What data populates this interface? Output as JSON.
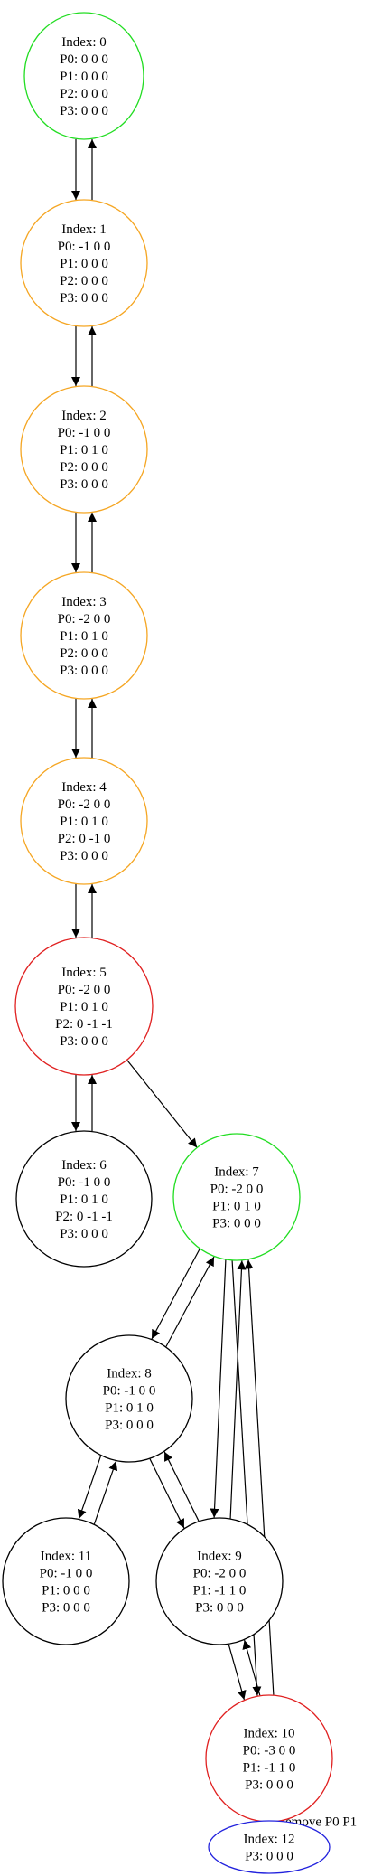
{
  "graph": {
    "nodes": [
      {
        "id": "n0",
        "color": "#22dd22",
        "lines": [
          "Index: 0",
          "P0: 0 0 0",
          "P1: 0 0 0",
          "P2: 0 0 0",
          "P3: 0 0 0"
        ]
      },
      {
        "id": "n1",
        "color": "#f5a623",
        "lines": [
          "Index: 1",
          "P0: -1 0 0",
          "P1: 0 0 0",
          "P2: 0 0 0",
          "P3: 0 0 0"
        ]
      },
      {
        "id": "n2",
        "color": "#f5a623",
        "lines": [
          "Index: 2",
          "P0: -1 0 0",
          "P1: 0 1 0",
          "P2: 0 0 0",
          "P3: 0 0 0"
        ]
      },
      {
        "id": "n3",
        "color": "#f5a623",
        "lines": [
          "Index: 3",
          "P0: -2 0 0",
          "P1: 0 1 0",
          "P2: 0 0 0",
          "P3: 0 0 0"
        ]
      },
      {
        "id": "n4",
        "color": "#f5a623",
        "lines": [
          "Index: 4",
          "P0: -2 0 0",
          "P1: 0 1 0",
          "P2: 0 -1 0",
          "P3: 0 0 0"
        ]
      },
      {
        "id": "n5",
        "color": "#e02020",
        "lines": [
          "Index: 5",
          "P0: -2 0 0",
          "P1: 0 1 0",
          "P2: 0 -1 -1",
          "P3: 0 0 0"
        ]
      },
      {
        "id": "n6",
        "color": "#000000",
        "lines": [
          "Index: 6",
          "P0: -1 0 0",
          "P1: 0 1 0",
          "P2: 0 -1 -1",
          "P3: 0 0 0"
        ]
      },
      {
        "id": "n7",
        "color": "#22dd22",
        "lines": [
          "Index: 7",
          "P0: -2 0 0",
          "P1: 0 1 0",
          "P3: 0 0 0"
        ]
      },
      {
        "id": "n8",
        "color": "#000000",
        "lines": [
          "Index: 8",
          "P0: -1 0 0",
          "P1: 0 1 0",
          "P3: 0 0 0"
        ]
      },
      {
        "id": "n11",
        "color": "#000000",
        "lines": [
          "Index: 11",
          "P0: -1 0 0",
          "P1: 0 0 0",
          "P3: 0 0 0"
        ]
      },
      {
        "id": "n9",
        "color": "#000000",
        "lines": [
          "Index: 9",
          "P0: -2 0 0",
          "P1: -1 1 0",
          "P3: 0 0 0"
        ]
      },
      {
        "id": "n10",
        "color": "#e02020",
        "lines": [
          "Index: 10",
          "P0: -3 0 0",
          "P1: -1 1 0",
          "P3: 0 0 0"
        ]
      },
      {
        "id": "n12",
        "color": "#2222dd",
        "lines": [
          "Index: 12",
          "P3: 0 0 0"
        ]
      }
    ],
    "edges": [
      {
        "from": "n0",
        "to": "n1",
        "label": ""
      },
      {
        "from": "n1",
        "to": "n0",
        "label": ""
      },
      {
        "from": "n1",
        "to": "n2",
        "label": ""
      },
      {
        "from": "n2",
        "to": "n1",
        "label": ""
      },
      {
        "from": "n2",
        "to": "n3",
        "label": ""
      },
      {
        "from": "n3",
        "to": "n2",
        "label": ""
      },
      {
        "from": "n3",
        "to": "n4",
        "label": ""
      },
      {
        "from": "n4",
        "to": "n3",
        "label": ""
      },
      {
        "from": "n4",
        "to": "n5",
        "label": ""
      },
      {
        "from": "n5",
        "to": "n4",
        "label": ""
      },
      {
        "from": "n5",
        "to": "n6",
        "label": ""
      },
      {
        "from": "n6",
        "to": "n5",
        "label": ""
      },
      {
        "from": "n5",
        "to": "n7",
        "label": ""
      },
      {
        "from": "n7",
        "to": "n8",
        "label": ""
      },
      {
        "from": "n8",
        "to": "n7",
        "label": ""
      },
      {
        "from": "n8",
        "to": "n11",
        "label": ""
      },
      {
        "from": "n11",
        "to": "n8",
        "label": ""
      },
      {
        "from": "n8",
        "to": "n9",
        "label": ""
      },
      {
        "from": "n9",
        "to": "n8",
        "label": ""
      },
      {
        "from": "n7",
        "to": "n9",
        "label": ""
      },
      {
        "from": "n9",
        "to": "n7",
        "label": ""
      },
      {
        "from": "n9",
        "to": "n10",
        "label": ""
      },
      {
        "from": "n10",
        "to": "n9",
        "label": ""
      },
      {
        "from": "n7",
        "to": "n10",
        "label": ""
      },
      {
        "from": "n10",
        "to": "n7",
        "label": ""
      },
      {
        "from": "n10",
        "to": "n12",
        "label": "Remove P0 P1"
      }
    ]
  }
}
